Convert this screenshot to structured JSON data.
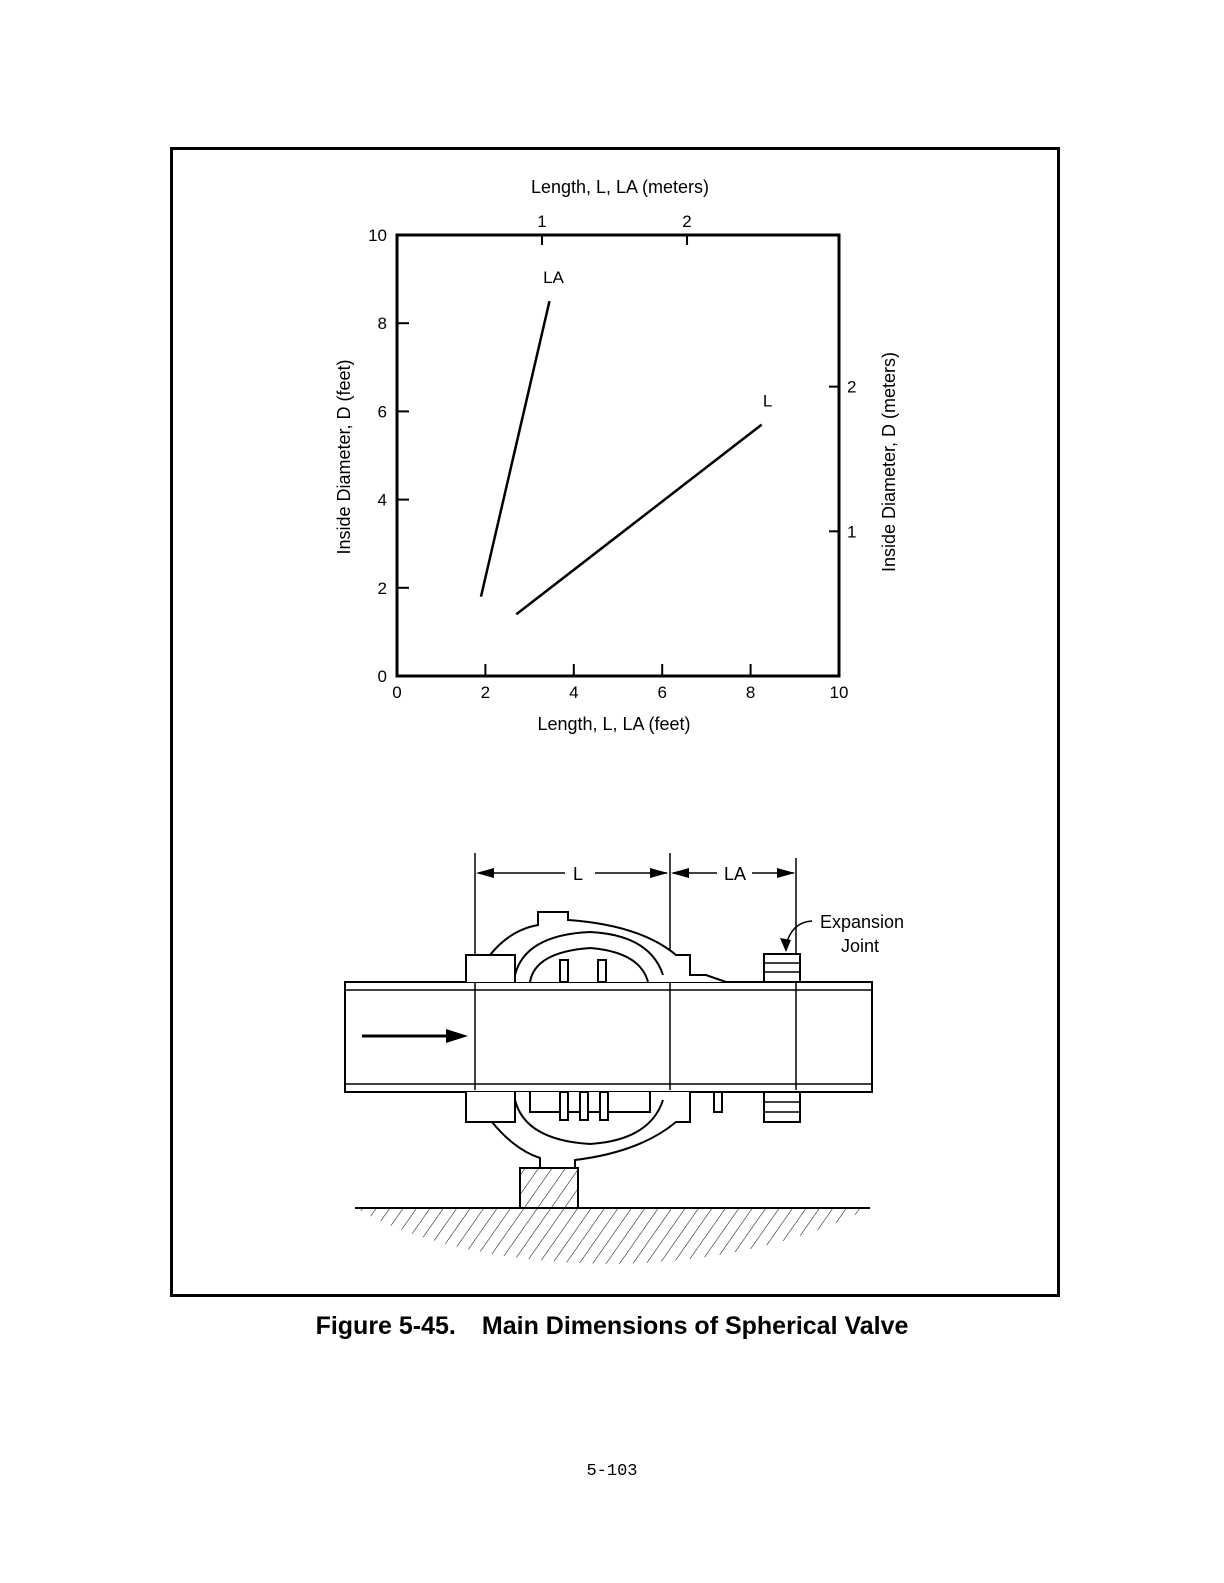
{
  "figure": {
    "number": "Figure 5-45.",
    "title": "Main Dimensions of Spherical Valve"
  },
  "page_number": "5-103",
  "chart_data": {
    "type": "line",
    "xlabel": "Length, L, LA (feet)",
    "ylabel": "Inside Diameter, D (feet)",
    "x2label": "Length, L, LA (meters)",
    "y2label": "Inside Diameter, D (meters)",
    "xlim": [
      0,
      10
    ],
    "ylim": [
      0,
      10
    ],
    "xticks": [
      0,
      2,
      4,
      6,
      8,
      10
    ],
    "yticks": [
      0,
      2,
      4,
      6,
      8,
      10
    ],
    "x2ticks": [
      1,
      2
    ],
    "y2ticks": [
      1,
      2
    ],
    "grid": false,
    "series": [
      {
        "name": "LA",
        "x": [
          1.9,
          3.45
        ],
        "y": [
          1.8,
          8.5
        ]
      },
      {
        "name": "L",
        "x": [
          2.7,
          8.25
        ],
        "y": [
          1.4,
          5.7
        ]
      }
    ]
  },
  "diagram": {
    "dim_L": "L",
    "dim_LA": "LA",
    "expansion_joint": "Expansion\nJoint",
    "expansion_joint_line1": "Expansion",
    "expansion_joint_line2": "Joint"
  }
}
